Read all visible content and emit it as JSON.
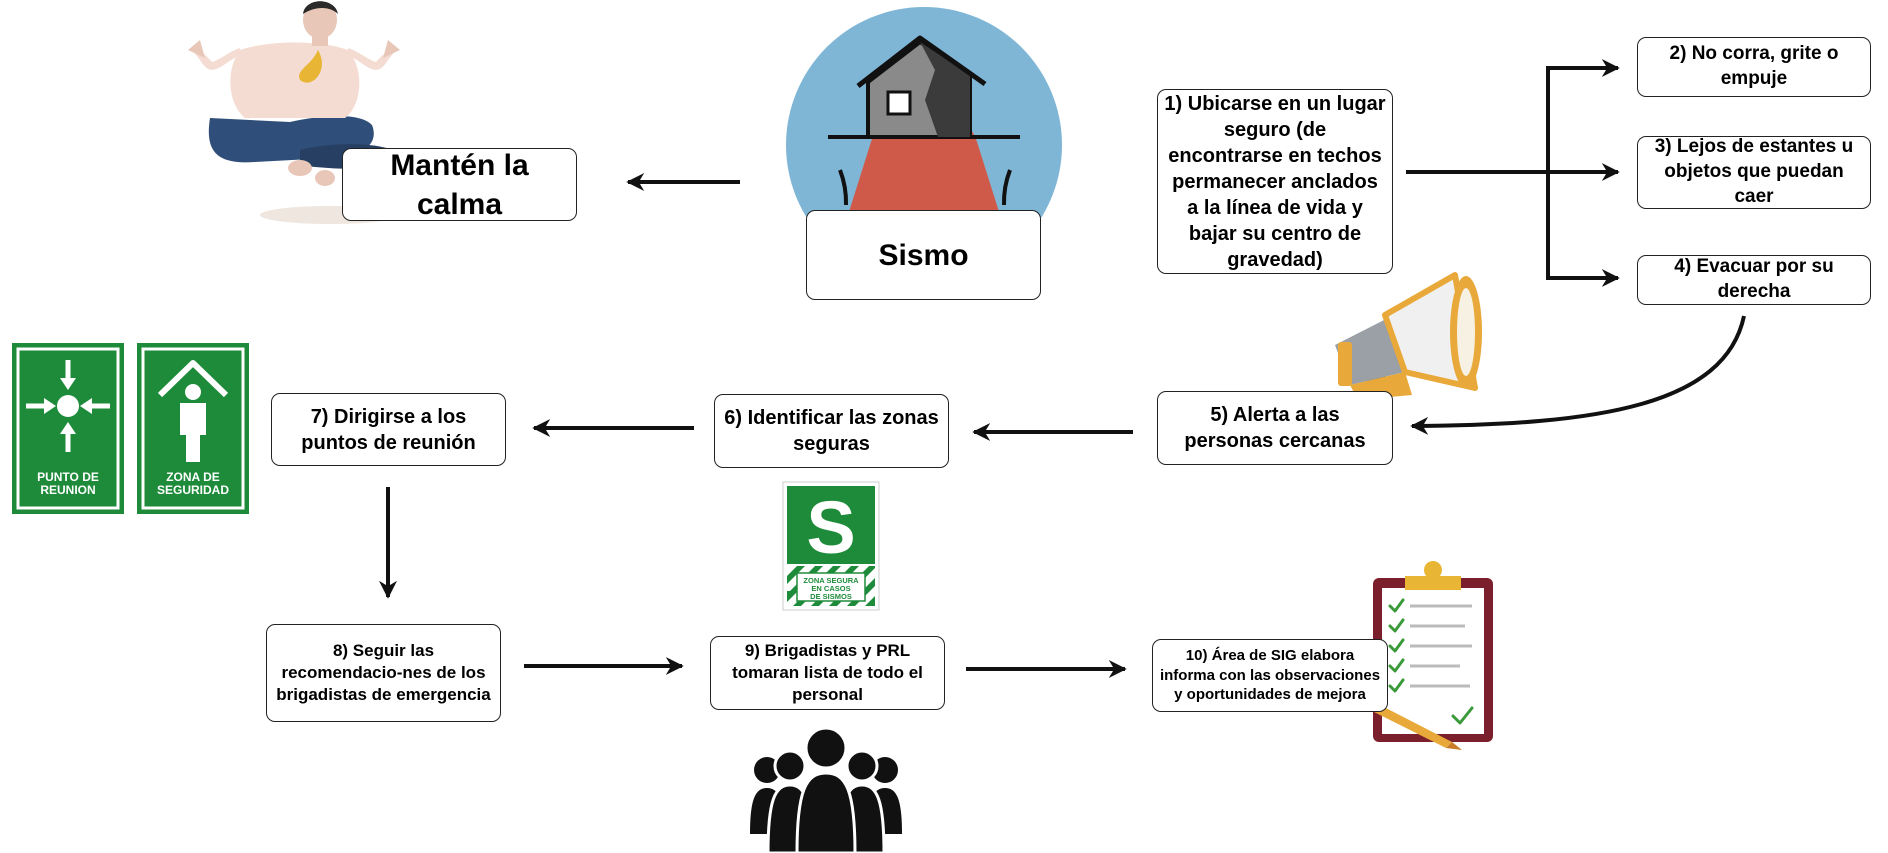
{
  "diagram": {
    "steps": {
      "calm": "Mantén la calma",
      "sismo": "Sismo",
      "s1": "1) Ubicarse en un lugar seguro (de encontrarse en techos permanecer anclados a la línea de vida y bajar su centro de gravedad)",
      "s2": "2) No corra, grite o empuje",
      "s3": "3) Lejos de estantes u objetos que puedan caer",
      "s4": "4) Evacuar por su derecha",
      "s5": "5) Alerta a las personas cercanas",
      "s6": "6) Identificar las zonas seguras",
      "s7": "7) Dirigirse a los puntos de reunión",
      "s8": "8) Seguir las recomendacio-nes de los brigadistas de emergencia",
      "s9": "9) Brigadistas y PRL tomaran lista de todo el personal",
      "s10": "10) Área de SIG elabora informa con las observaciones y oportunidades de mejora"
    },
    "signs": {
      "meeting_point_1": "PUNTO DE",
      "meeting_point_2": "REUNION",
      "safety_zone_1": "ZONA DE",
      "safety_zone_2": "SEGURIDAD",
      "safe_zone_letter": "S",
      "safe_zone_1": "ZONA SEGURA",
      "safe_zone_2": "EN CASOS",
      "safe_zone_3": "DE SISMOS"
    },
    "icons": [
      "meditating-person-icon",
      "earthquake-house-icon",
      "megaphone-icon",
      "meeting-point-sign-icon",
      "safety-zone-sign-icon",
      "safe-zone-s-sign-icon",
      "people-group-icon",
      "clipboard-checklist-icon"
    ],
    "colors": {
      "sign_green": "#1e8b3a",
      "sky_blue": "#7fb6d6",
      "alarm_red": "#cf5a4a",
      "megaphone_orange": "#e8a93a",
      "clipboard_maroon": "#7a1f2b",
      "check_green": "#3a9a3a",
      "ink": "#111111"
    }
  }
}
